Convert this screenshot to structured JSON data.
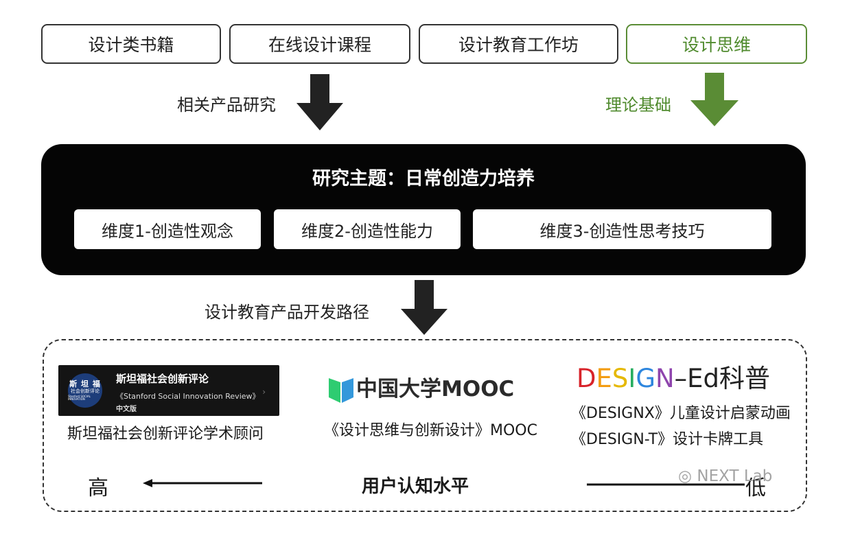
{
  "top_boxes": [
    "设计类书籍",
    "在线设计课程",
    "设计教育工作坊",
    "设计思维"
  ],
  "arrow_labels": {
    "related_research": "相关产品研究",
    "theory_basis": "理论基础",
    "dev_path": "设计教育产品开发路径"
  },
  "research": {
    "title": "研究主题：日常创造力培养",
    "dimensions": [
      "维度1-创造性观念",
      "维度2-创造性能力",
      "维度3-创造性思考技巧"
    ]
  },
  "products": {
    "ssir": {
      "logo_title": "斯坦福社会创新评论",
      "logo_subtitle": "《Stanford Social Innovation Review》",
      "logo_edition": "中文版",
      "seal_main": "斯 坦 福",
      "seal_sub": "社会创新评论",
      "seal_en": "Stanford SOCIAL INNOVATION",
      "caption": "斯坦福社会创新评论学术顾问"
    },
    "mooc": {
      "logo_text": "中国大学MOOC",
      "caption": "《设计思维与创新设计》MOOC"
    },
    "design_ed": {
      "logo_letters": [
        "D",
        "E",
        "S",
        "I",
        "G",
        "N"
      ],
      "logo_rest": "–Ed科普",
      "line1": "《DESIGNX》儿童设计启蒙动画",
      "line2": "《DESIGN-T》设计卡牌工具"
    }
  },
  "cognition": {
    "high": "高",
    "label": "用户认知水平",
    "low": "低"
  },
  "watermark": "NEXT Lab",
  "colors": {
    "green": "#5a8c35",
    "panel": "#050505",
    "design_letters": [
      "#d8232a",
      "#f39c12",
      "#f1c40f",
      "#27ae60",
      "#2e86de",
      "#8e44ad"
    ]
  }
}
